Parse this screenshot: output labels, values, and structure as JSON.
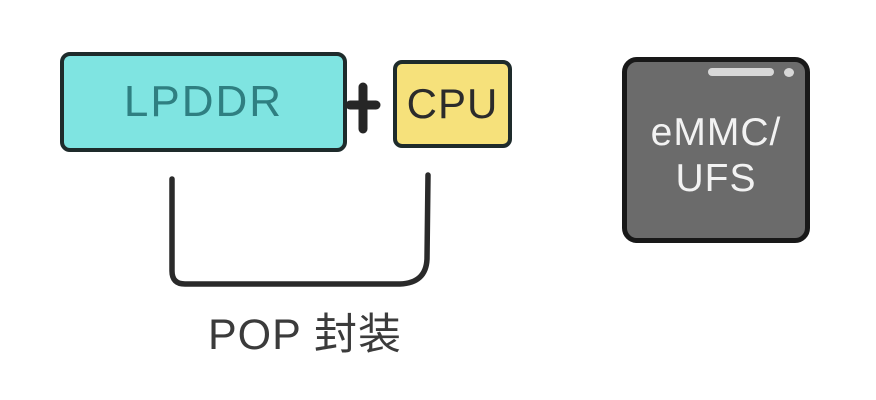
{
  "diagram": {
    "pop_group": {
      "memory_label": "LPDDR",
      "plus_sign": "+",
      "cpu_label": "CPU",
      "caption": "POP 封装"
    },
    "storage_chip": {
      "label_line1": "eMMC/",
      "label_line2": "UFS"
    }
  },
  "colors": {
    "lpddr_fill": "#7FE4E1",
    "lpddr_text": "#2F7F81",
    "cpu_fill": "#F6E17B",
    "cpu_text": "#2B2B2B",
    "dark_outline": "#1E2B2B",
    "stroke": "#262626",
    "caption_text": "#3B3B3B",
    "chip_fill": "#6B6B6B",
    "chip_outline": "#181818",
    "chip_text": "#F2F2F2",
    "gloss": "#D8D8D8"
  }
}
